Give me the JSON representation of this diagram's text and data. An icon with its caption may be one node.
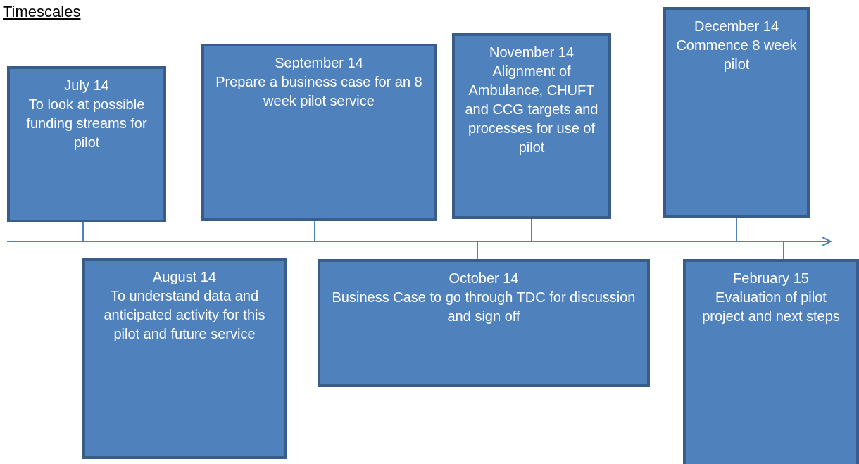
{
  "diagram": {
    "title": "Timescales",
    "nodes": [
      {
        "text": [
          "July 14",
          "To look at possible funding streams for pilot"
        ]
      },
      {
        "text": [
          "August 14",
          "To understand data and anticipated activity for this pilot and future service"
        ]
      },
      {
        "text": [
          "September 14",
          "Prepare a business case for an 8 week pilot service"
        ]
      },
      {
        "text": [
          "October 14",
          "Business Case to go through TDC for discussion and sign off"
        ]
      },
      {
        "text": [
          "November 14",
          "Alignment of Ambulance, CHUFT and CCG targets and processes for use of pilot"
        ]
      },
      {
        "text": [
          "December 14",
          "Commence 8 week pilot"
        ]
      },
      {
        "text": [
          "February 15",
          "Evaluation of pilot project and next steps"
        ]
      },
      {
        "text": [],
        "shape": "bar"
      }
    ],
    "edges": [
      {
        "from": 0,
        "to": 7,
        "arrow": "none"
      },
      {
        "from": 2,
        "to": 7,
        "arrow": "none"
      },
      {
        "from": 3,
        "to": 7,
        "arrow": "none"
      },
      {
        "from": 4,
        "to": 7,
        "arrow": "none"
      },
      {
        "from": 5,
        "to": 7,
        "arrow": "none"
      },
      {
        "from": 6,
        "to": 7,
        "arrow": "none"
      }
    ]
  }
}
